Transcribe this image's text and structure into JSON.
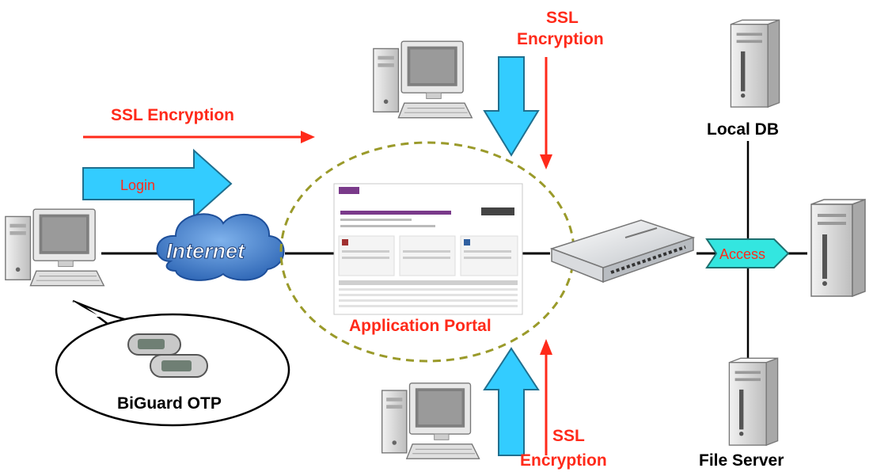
{
  "labels": {
    "ssl_left": "SSL Encryption",
    "ssl_top_line1": "SSL",
    "ssl_top_line2": "Encryption",
    "ssl_bottom_line1": "SSL",
    "ssl_bottom_line2": "Encryption",
    "login": "Login",
    "internet": "Internet",
    "app_portal": "Application Portal",
    "access": "Access",
    "local_db": "Local DB",
    "file_server": "File Server",
    "biguard": "BiGuard OTP"
  },
  "colors": {
    "ssl_red": "#ff2a1a",
    "arrow_blue": "#33ccff",
    "access_cyan": "#33e6e0",
    "portal_dash": "#9a9a2a",
    "internet_blue": "#3a78c8"
  },
  "icons": {
    "client": "desktop-computer-icon",
    "server": "tower-server-icon",
    "gateway": "vpn-gateway-appliance-icon",
    "token": "otp-token-icon"
  }
}
